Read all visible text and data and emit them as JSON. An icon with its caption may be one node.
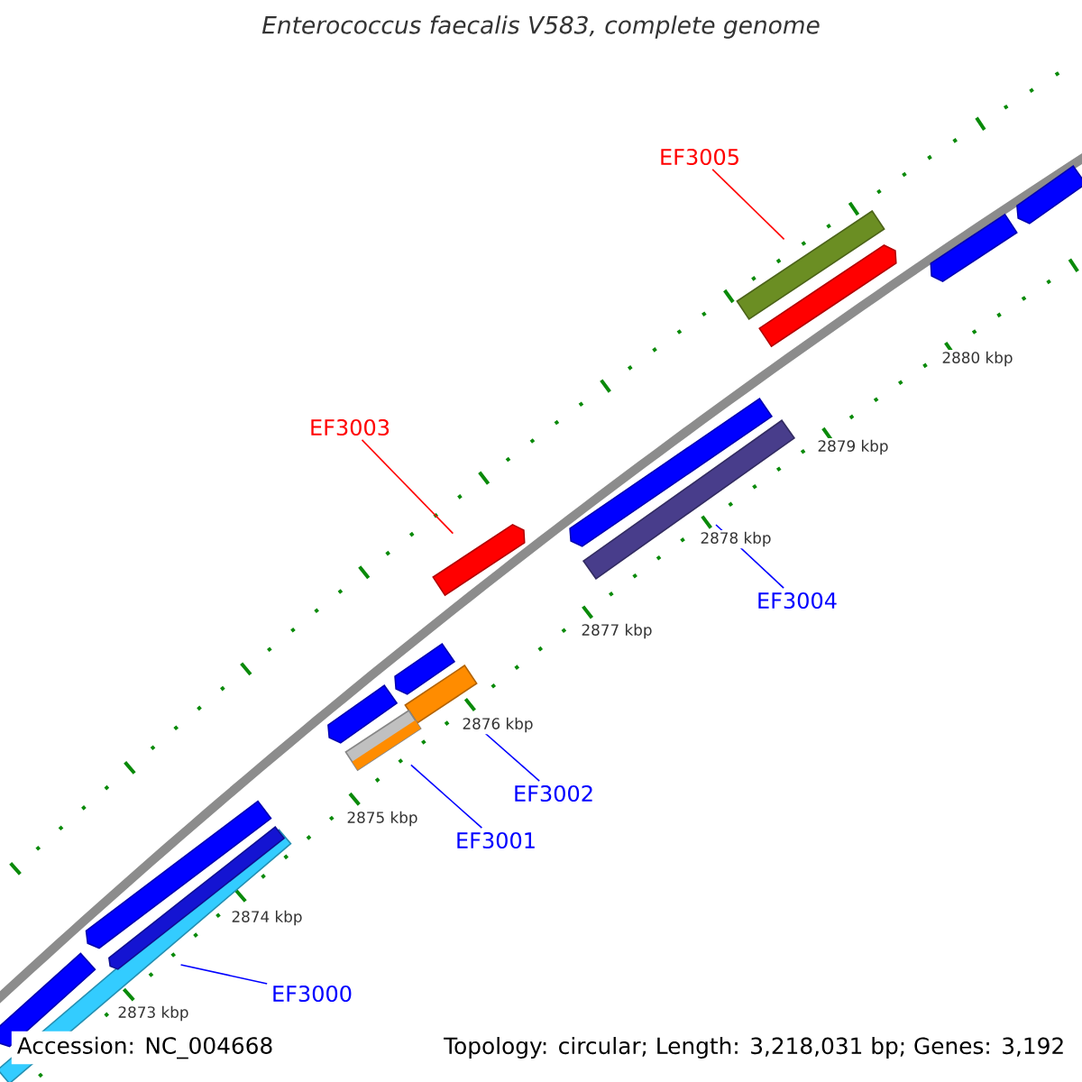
{
  "diagram": {
    "title": "Enterococcus faecalis V583, complete genome",
    "nodes": [
      {
        "text": [
          "EF3005"
        ]
      },
      {
        "text": [],
        "shape": "bar"
      },
      {
        "text": [
          "EF3003"
        ]
      },
      {
        "text": [],
        "shape": "bar"
      },
      {
        "text": [
          "EF3004"
        ]
      },
      {
        "text": [],
        "shape": "bar"
      },
      {
        "text": [
          "EF3002"
        ]
      },
      {
        "text": [],
        "shape": "bar"
      },
      {
        "text": [
          "EF3001"
        ]
      },
      {
        "text": [],
        "shape": "bar"
      },
      {
        "text": [
          "EF3000"
        ]
      },
      {
        "text": [],
        "shape": "bar"
      },
      {
        "text": [],
        "shape": "bar"
      },
      {
        "text": [],
        "shape": "bar"
      },
      {
        "text": [],
        "shape": "bar"
      },
      {
        "text": [],
        "shape": "bar"
      },
      {
        "text": [],
        "shape": "bar"
      },
      {
        "text": [],
        "shape": "bar"
      },
      {
        "text": [],
        "shape": "bar"
      },
      {
        "text": [],
        "shape": "bar"
      },
      {
        "text": [],
        "shape": "bar"
      }
    ],
    "edges": [
      {
        "from": 0,
        "to": 1,
        "arrow": "none",
        "color": "#ff0000"
      },
      {
        "from": 2,
        "to": 3,
        "arrow": "none",
        "color": "#ff0000"
      },
      {
        "from": 4,
        "to": 5,
        "arrow": "none"
      },
      {
        "from": 6,
        "to": 7,
        "arrow": "none"
      },
      {
        "from": 8,
        "to": 9,
        "arrow": "none"
      },
      {
        "from": 10,
        "to": 11,
        "arrow": "none"
      }
    ],
    "labels": [
      "2880 kbp",
      "2879 kbp",
      "2878 kbp",
      "2877 kbp",
      "2876 kbp",
      "2875 kbp",
      "2874 kbp",
      "2873 kbp",
      "Accession: NC_004668",
      "Topology: circular; Length: 3,218,031 bp; Genes: 3,192"
    ]
  }
}
